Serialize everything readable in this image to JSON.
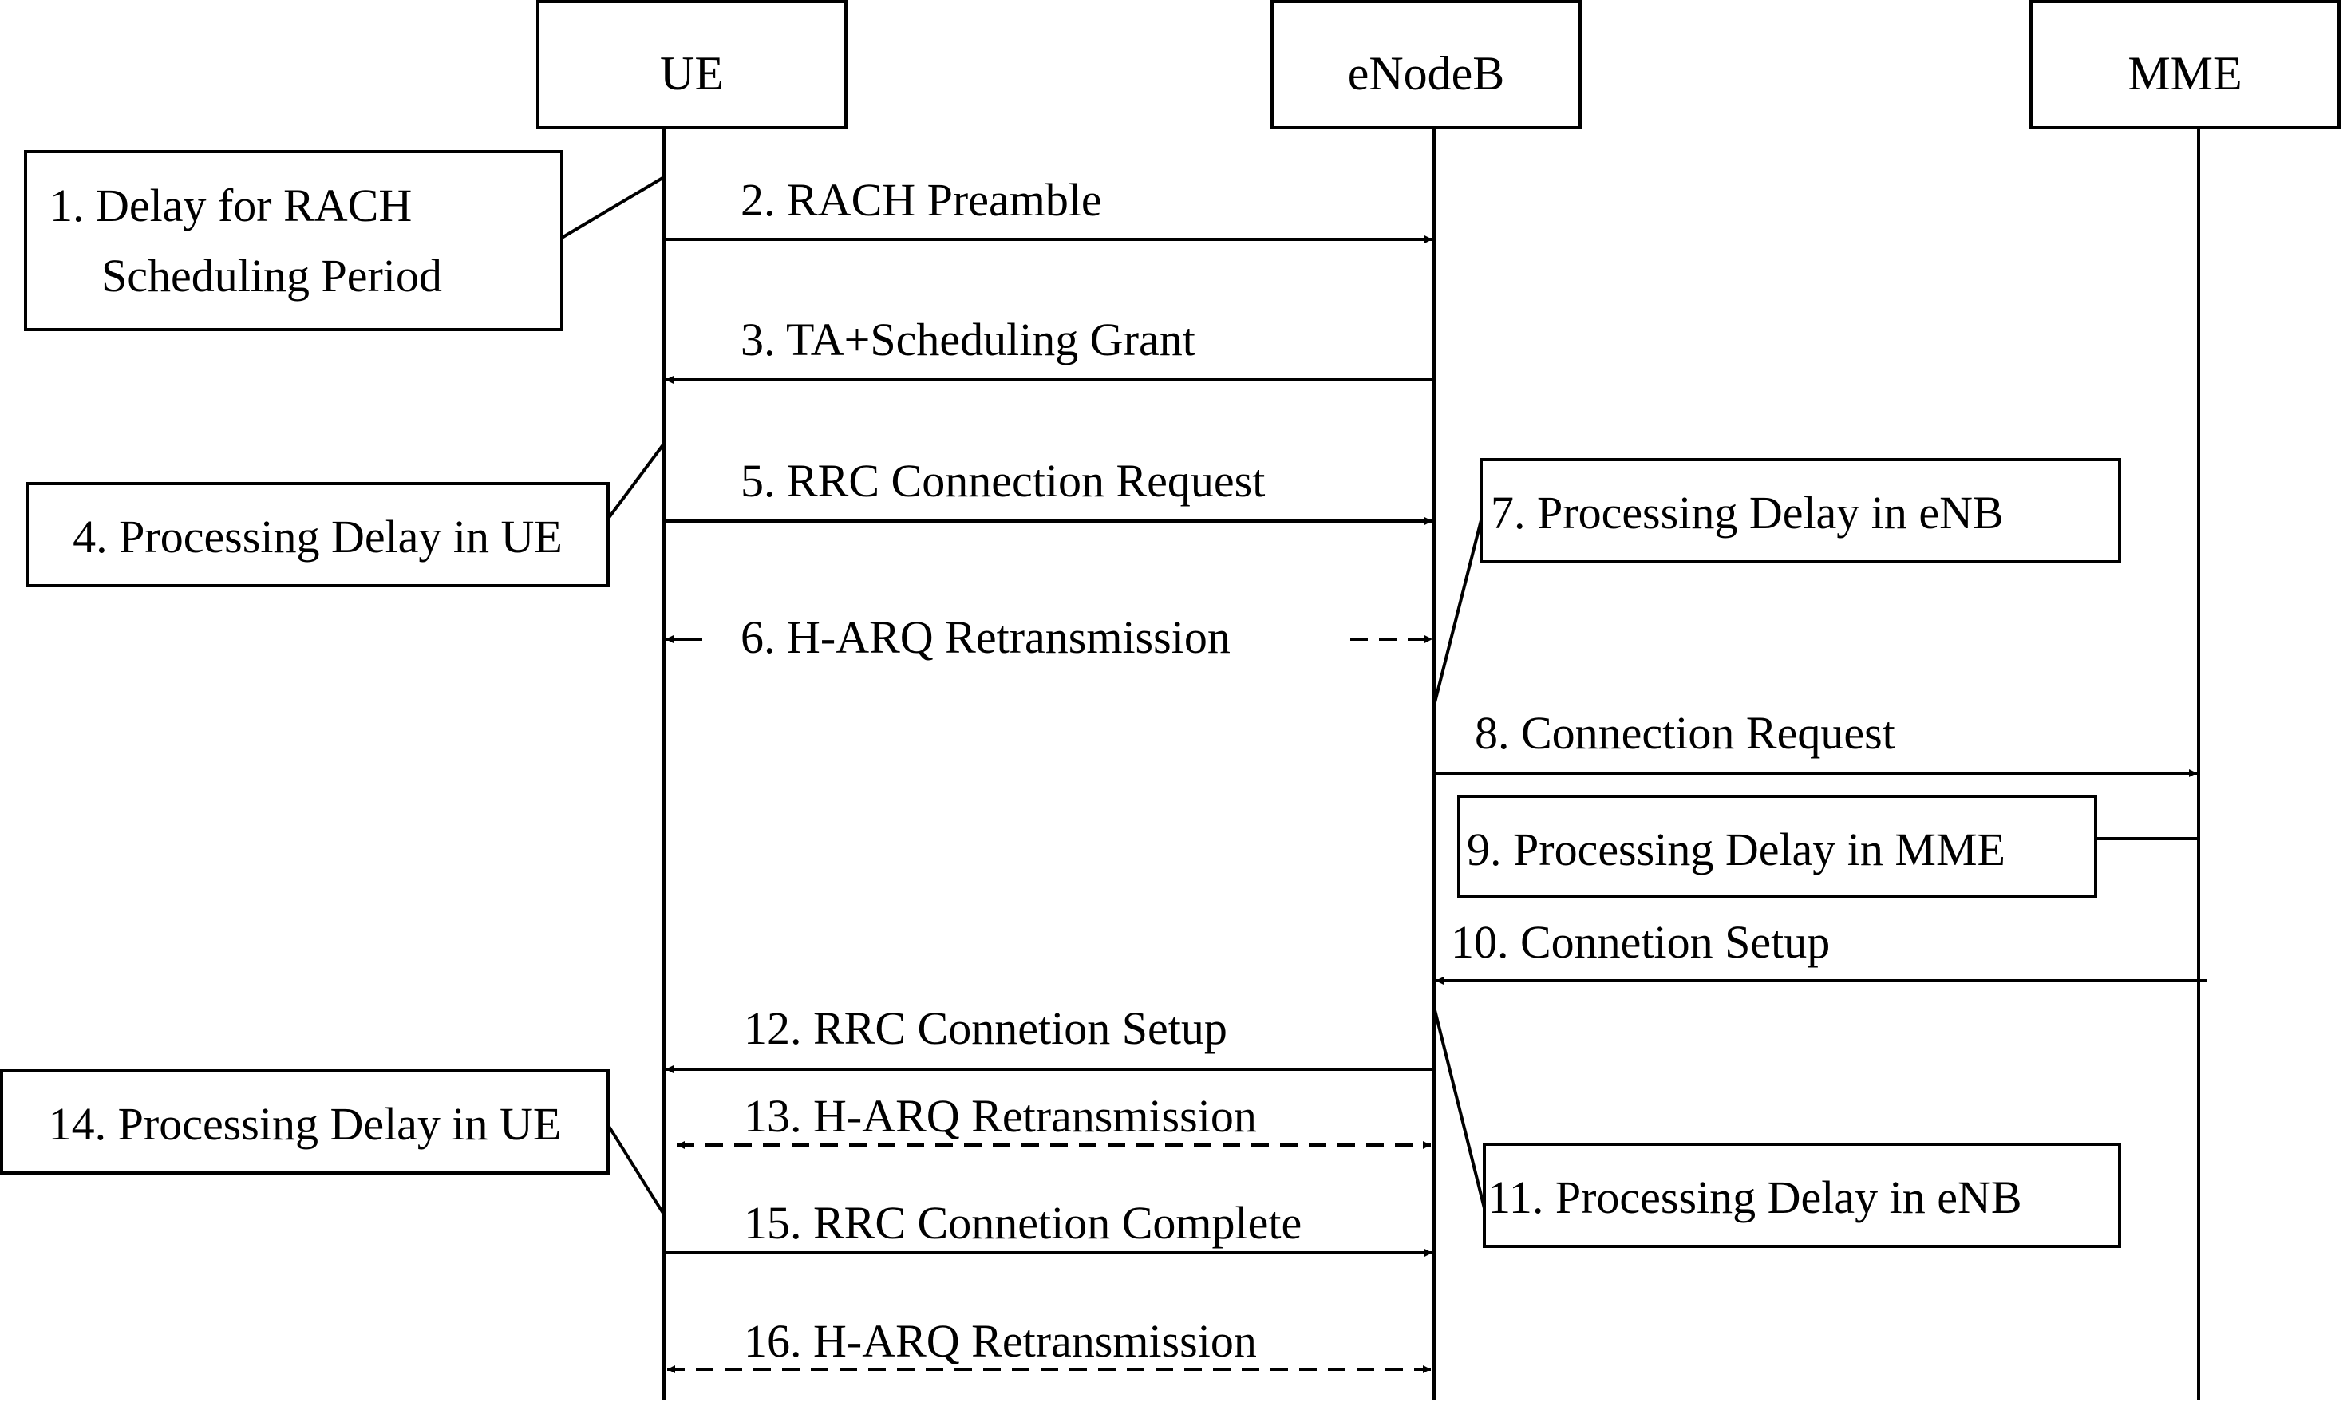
{
  "entities": {
    "ue": "UE",
    "enodeb": "eNodeB",
    "mme": "MME"
  },
  "messages": {
    "m2": "2. RACH Preamble",
    "m3": "3. TA+Scheduling Grant",
    "m5": "5. RRC Connection Request",
    "m6": "6. H-ARQ Retransmission",
    "m8": "8. Connection Request",
    "m10": "10. Connetion Setup",
    "m12": "12. RRC Connetion Setup",
    "m13": "13. H-ARQ Retransmission",
    "m15": "15. RRC Connetion Complete",
    "m16": "16. H-ARQ Retransmission"
  },
  "notes": {
    "n1_line1": "1. Delay for RACH",
    "n1_line2": "Scheduling Period",
    "n4": "4. Processing Delay in UE",
    "n7": "7. Processing Delay in eNB",
    "n9": "9. Processing Delay in MME",
    "n11": "11. Processing Delay in eNB",
    "n14": "14. Processing Delay in UE"
  }
}
